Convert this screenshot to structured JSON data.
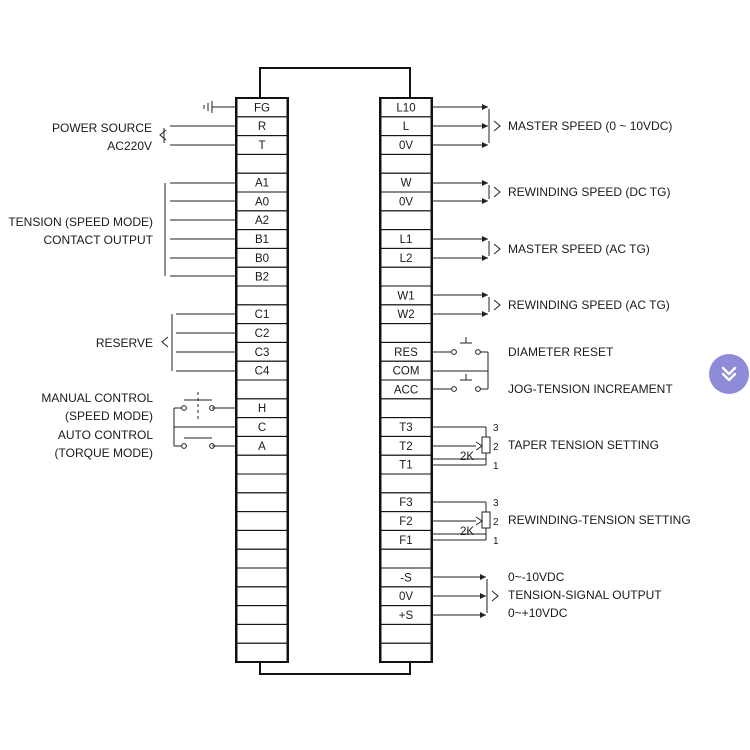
{
  "left_block": {
    "terminals": [
      "FG",
      "R",
      "T",
      "",
      "A1",
      "A0",
      "A2",
      "B1",
      "B0",
      "B2",
      "",
      "C1",
      "C2",
      "C3",
      "C4",
      "",
      "H",
      "C",
      "A",
      "",
      "",
      "",
      "",
      "",
      "",
      "",
      "",
      "",
      "",
      ""
    ]
  },
  "right_block": {
    "terminals": [
      "L10",
      "L",
      "0V",
      "",
      "W",
      "0V",
      "",
      "L1",
      "L2",
      "",
      "W1",
      "W2",
      "",
      "RES",
      "COM",
      "ACC",
      "",
      "T3",
      "T2",
      "T1",
      "",
      "F3",
      "F2",
      "F1",
      "",
      "-S",
      "0V",
      "+S",
      "",
      ""
    ]
  },
  "left_labels": {
    "power_source": "POWER SOURCE",
    "ac220v": "AC220V",
    "tension_speed_mode": "TENSION (SPEED MODE)",
    "contact_output": "CONTACT OUTPUT",
    "reserve": "RESERVE",
    "manual_control": "MANUAL CONTROL",
    "speed_mode": "(SPEED MODE)",
    "auto_control": "AUTO CONTROL",
    "torque_mode": "(TORQUE MODE)"
  },
  "right_labels": {
    "master_speed_vdc": "MASTER SPEED (0 ~ 10VDC)",
    "rewinding_speed_dc": "REWINDING SPEED (DC TG)",
    "master_speed_ac": "MASTER SPEED (AC TG)",
    "rewinding_speed_ac": "REWINDING SPEED (AC TG)",
    "diameter_reset": "DIAMETER RESET",
    "jog_tension": "JOG-TENSION INCREAMENT",
    "taper_tension": "TAPER TENSION SETTING",
    "rewinding_tension": "REWINDING-TENSION SETTING",
    "neg_range": "0~-10VDC",
    "tension_signal": "TENSION-SIGNAL OUTPUT",
    "pos_range": "0~+10VDC"
  },
  "potentiometer": {
    "value": "2K",
    "pins": [
      "3",
      "2",
      "1"
    ]
  },
  "ui": {
    "scroll_icon": "double-chevron-down-icon",
    "scroll_color": "#8e8cd8"
  }
}
